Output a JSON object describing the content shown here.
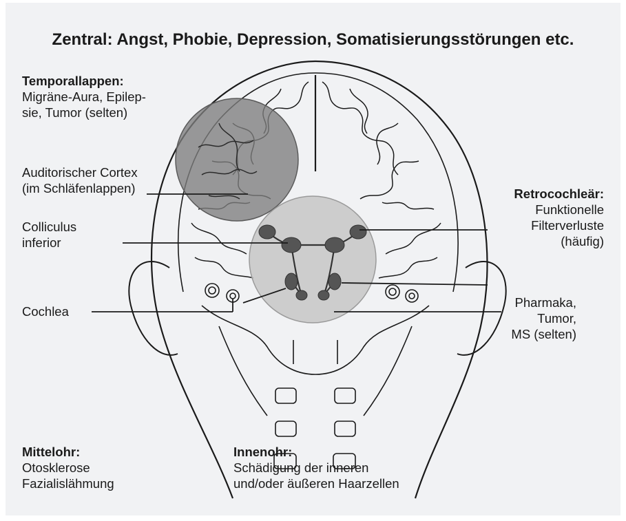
{
  "title": "Zentral: Angst, Phobie, Depression, Somatisierungsstörungen etc.",
  "labels": {
    "temporallappen": {
      "heading": "Temporallappen:",
      "lines": [
        "Migräne-Aura, Epilep-",
        "sie, Tumor (selten)"
      ]
    },
    "auditorischer_cortex": {
      "lines": [
        "Auditorischer Cortex",
        "(im Schläfenlappen)"
      ]
    },
    "colliculus": {
      "lines": [
        "Colliculus",
        "inferior"
      ]
    },
    "cochlea": {
      "lines": [
        "Cochlea"
      ]
    },
    "retrocochlear": {
      "heading": "Retrocochleär:",
      "lines": [
        "Funktionelle",
        "Filterverluste",
        "(häufig)"
      ]
    },
    "pharmaka": {
      "lines": [
        "Pharmaka,",
        "Tumor,",
        "MS (selten)"
      ]
    },
    "mittelohr": {
      "heading": "Mittelohr:",
      "lines": [
        "Otosklerose",
        "Fazialislähmung"
      ]
    },
    "innenohr": {
      "heading": "Innenohr:",
      "lines": [
        "Schädigung der inneren",
        "und/oder äußeren Haarzellen"
      ]
    }
  },
  "colors": {
    "panel_background": "#f1f2f4",
    "highlight_dark": "#7d7d7d",
    "highlight_light": "#c4c4c4",
    "line": "#1a1a1a"
  }
}
